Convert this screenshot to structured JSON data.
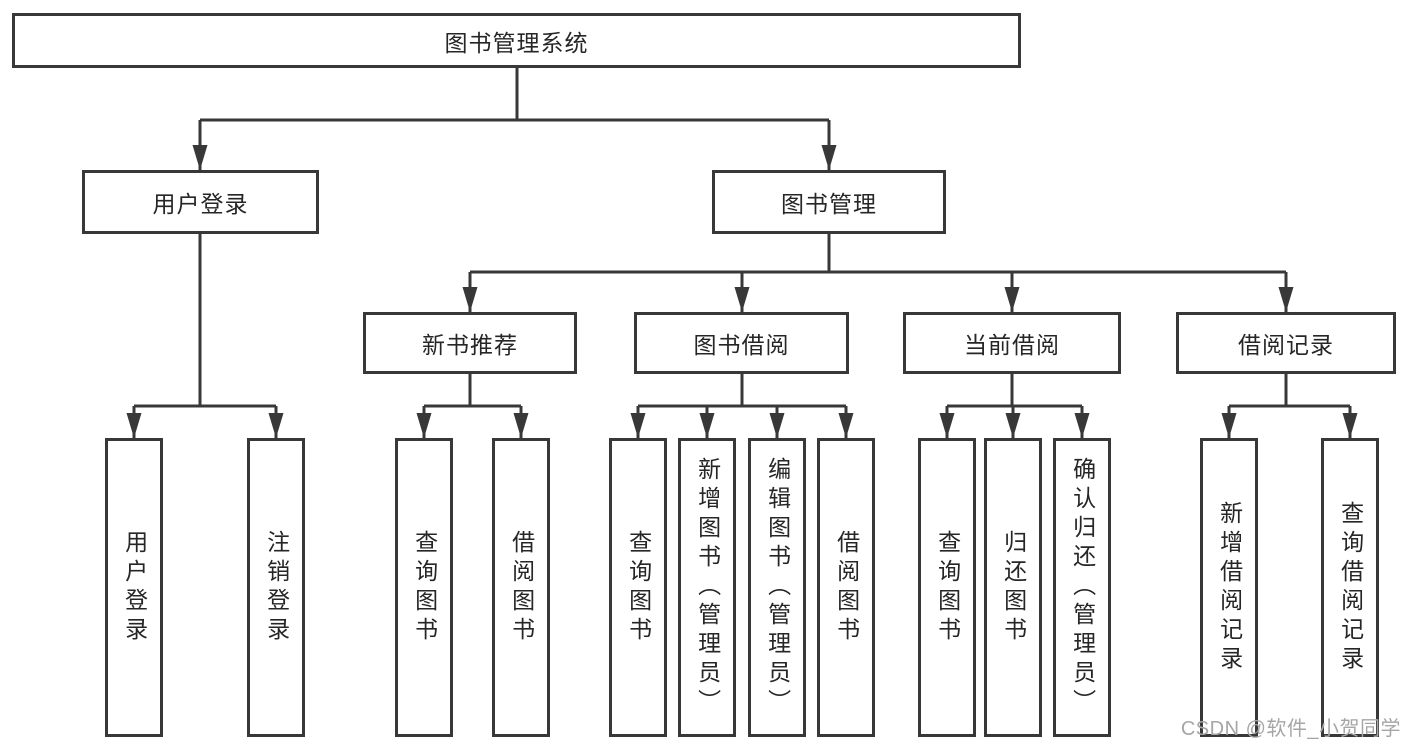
{
  "diagram": {
    "root": {
      "label": "图书管理系统",
      "children": [
        {
          "label": "用户登录",
          "children": [
            {
              "label": "用户登录"
            },
            {
              "label": "注销登录"
            }
          ]
        },
        {
          "label": "图书管理",
          "children": [
            {
              "label": "新书推荐",
              "children": [
                {
                  "label": "查询图书"
                },
                {
                  "label": "借阅图书"
                }
              ]
            },
            {
              "label": "图书借阅",
              "children": [
                {
                  "label": "查询图书"
                },
                {
                  "label": "新增图书（管理员）"
                },
                {
                  "label": "编辑图书（管理员）"
                },
                {
                  "label": "借阅图书"
                }
              ]
            },
            {
              "label": "当前借阅",
              "children": [
                {
                  "label": "查询图书"
                },
                {
                  "label": "归还图书"
                },
                {
                  "label": "确认归还（管理员）"
                }
              ]
            },
            {
              "label": "借阅记录",
              "children": [
                {
                  "label": "新增借阅记录"
                },
                {
                  "label": "查询借阅记录"
                }
              ]
            }
          ]
        }
      ]
    }
  },
  "watermark": "CSDN @软件_小贺同学",
  "colors": {
    "line": "#383838",
    "box_border": "#383838",
    "text": "#262626",
    "watermark": "#a6a6a6",
    "background": "#ffffff"
  }
}
